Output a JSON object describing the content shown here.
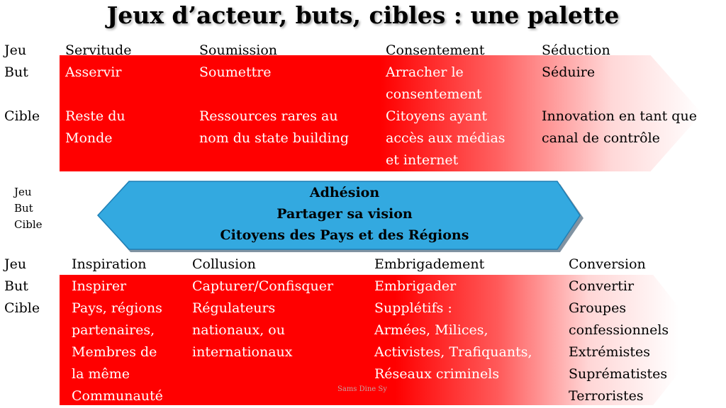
{
  "title": "Jeux d’acteur, buts, cibles : une palette",
  "colors": {
    "red": "#ff0000",
    "hexagon": "#33a9e0",
    "white": "#ffffff"
  },
  "top": {
    "row_labels": [
      "Jeu",
      "But",
      "Cible"
    ],
    "columns": [
      {
        "jeu": "Servitude",
        "but": [
          "Asservir"
        ],
        "cible": [
          "Reste du",
          "Monde"
        ]
      },
      {
        "jeu": "Soumission",
        "but": [
          "Soumettre"
        ],
        "cible": [
          "Ressources rares au",
          "nom du state building"
        ]
      },
      {
        "jeu": "Consentement",
        "but": [
          "Arracher le",
          "consentement"
        ],
        "cible": [
          "Citoyens ayant",
          "accès aux médias",
          "et internet"
        ]
      },
      {
        "jeu": "Séduction",
        "but": [
          "Séduire"
        ],
        "cible": [
          "Innovation en tant que",
          "canal de contrôle"
        ]
      }
    ]
  },
  "middle": {
    "row_labels": [
      "Jeu",
      "But",
      "Cible"
    ],
    "jeu": "Adhésion",
    "but": "Partager sa vision",
    "cible": "Citoyens des Pays et des Régions"
  },
  "bottom": {
    "row_labels": [
      "Jeu",
      "But",
      "Cible"
    ],
    "columns": [
      {
        "jeu": "Inspiration",
        "lines": [
          "Inspirer",
          "Pays, régions",
          "partenaires,",
          "Membres de",
          "la même",
          "Communauté"
        ]
      },
      {
        "jeu": "Collusion",
        "lines": [
          "Capturer/Confisquer",
          "Régulateurs",
          "nationaux,  ou",
          "internationaux"
        ]
      },
      {
        "jeu": "Embrigadement",
        "lines": [
          "Embrigader",
          "Supplétifs :",
          "Armées, Milices,",
          "Activistes, Trafiquants,",
          "Réseaux criminels"
        ]
      },
      {
        "jeu": "Conversion",
        "lines": [
          "Convertir",
          "Groupes",
          "confessionnels",
          "Extrémistes",
          "Suprématistes",
          "Terroristes"
        ]
      }
    ]
  },
  "watermark": "Sams Dine Sy"
}
